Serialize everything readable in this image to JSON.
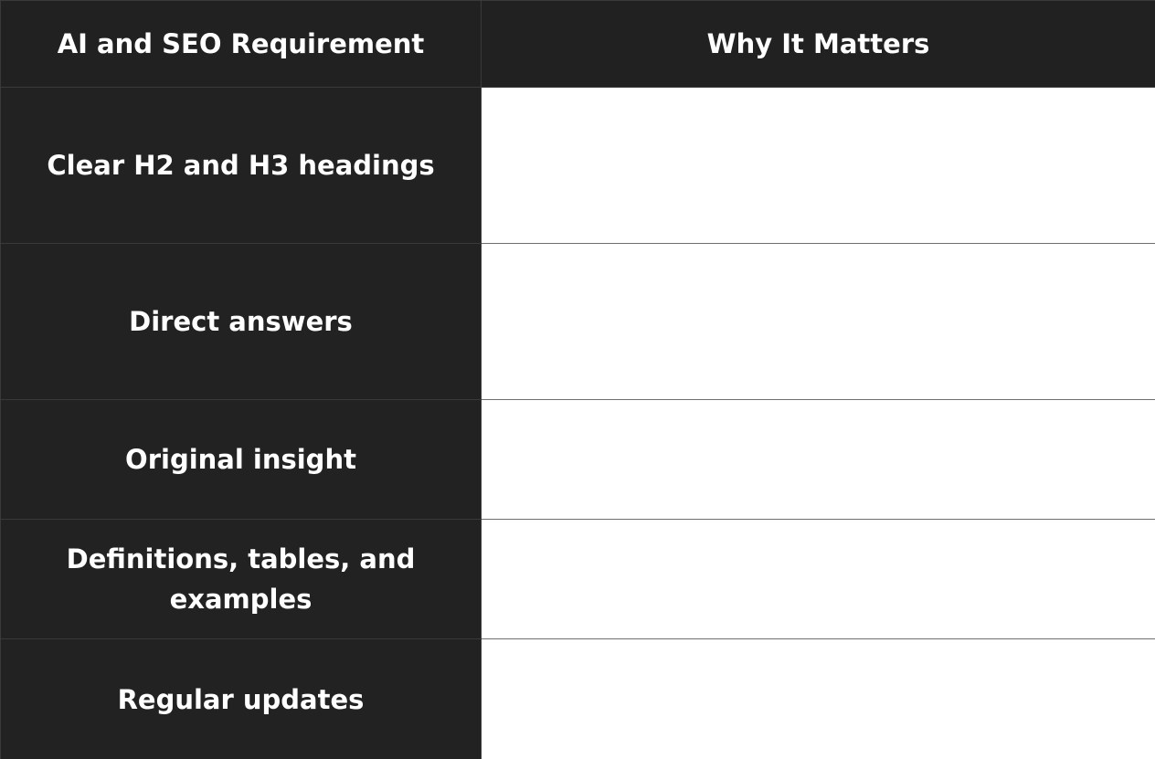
{
  "table": {
    "headers": [
      "AI and SEO Requirement",
      "Why It Matters"
    ],
    "rows": [
      {
        "requirement": "Clear H2 and H3 headings",
        "why": ""
      },
      {
        "requirement": "Direct answers",
        "why": ""
      },
      {
        "requirement": "Original insight",
        "why": ""
      },
      {
        "requirement": "Definitions, tables, and examples",
        "why": ""
      },
      {
        "requirement": "Regular updates",
        "why": ""
      }
    ]
  },
  "colors": {
    "header_bg": "#212121",
    "label_bg": "#222222",
    "label_text": "#ffffff",
    "body_bg": "#ffffff"
  }
}
